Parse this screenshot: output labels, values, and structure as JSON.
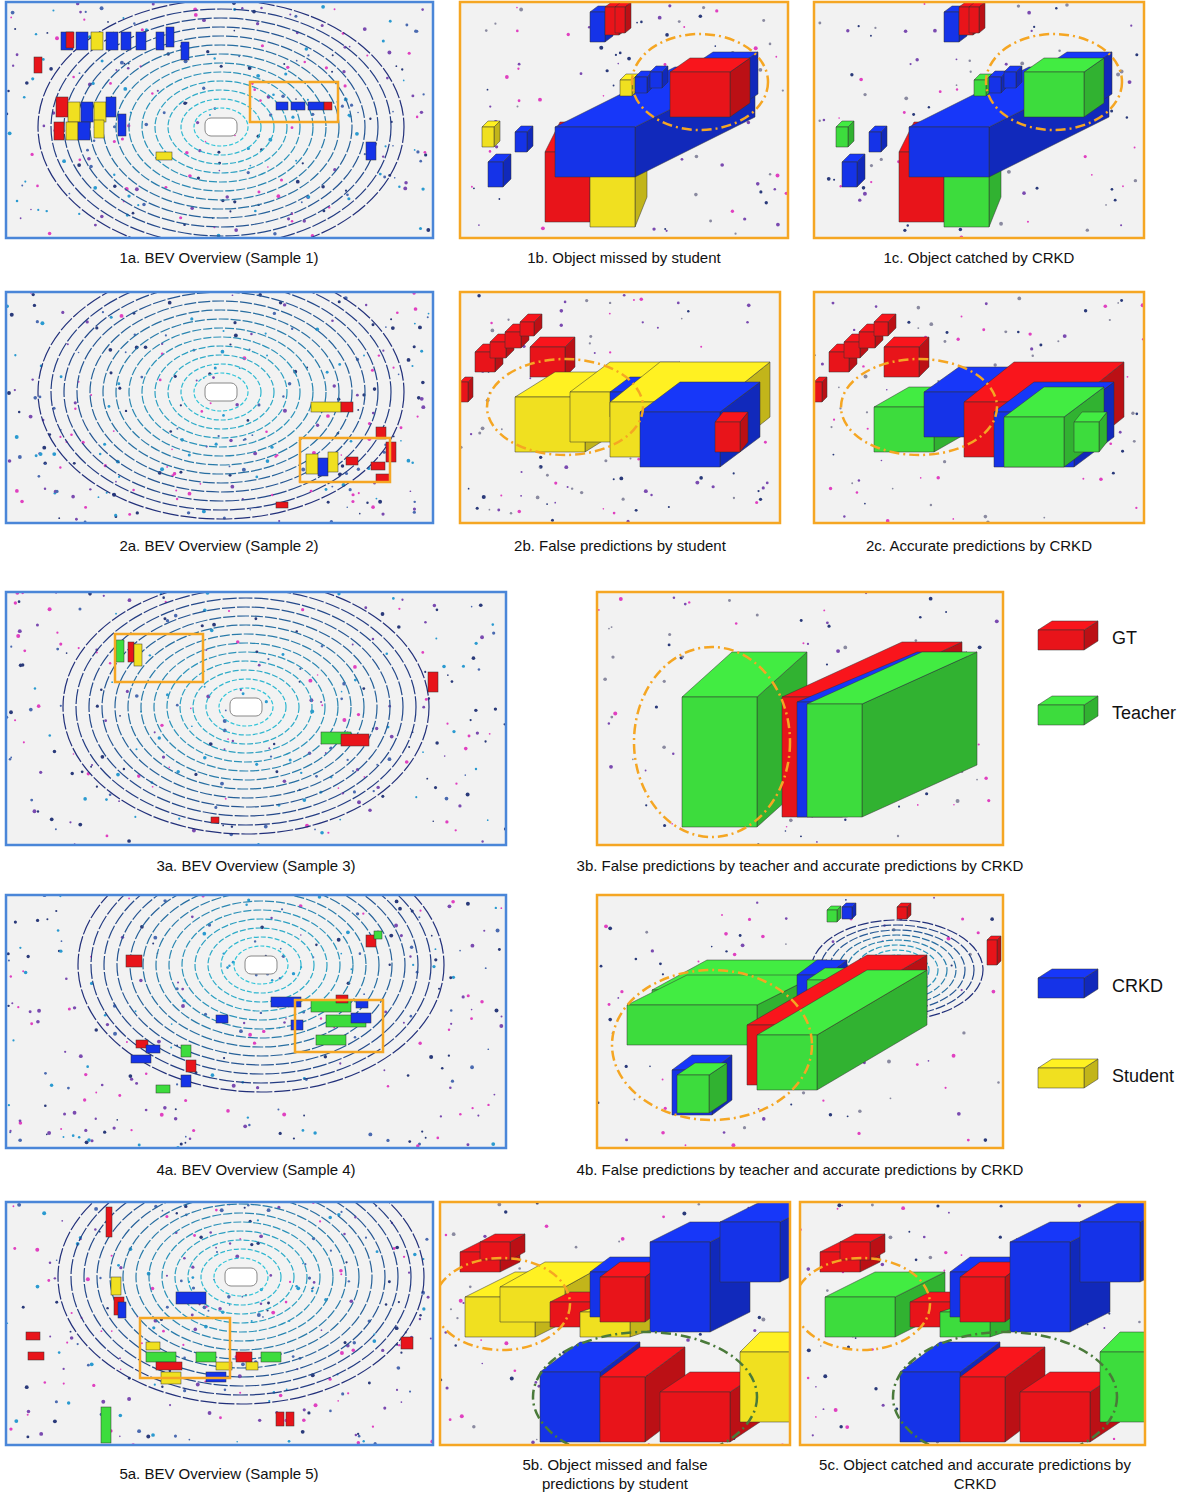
{
  "diagram": {
    "labels": [
      "1a. BEV Overview (Sample 1)",
      "1b. Object missed by student",
      "1c. Object catched by CRKD",
      "2a. BEV Overview (Sample 2)",
      "2b. False predictions by student",
      "2c. Accurate predictions by CRKD",
      "3a. BEV Overview (Sample 3)",
      "3b. False predictions by teacher and accurate predictions by CRKD",
      "4a. BEV Overview (Sample 4)",
      "4b. False predictions by teacher and accurate predictions by CRKD",
      "5a. BEV Overview (Sample 5)",
      "5b. Object missed and false predictions by student",
      "5c. Object catched and accurate predictions by CRKD"
    ],
    "legend": [
      {
        "text": "GT",
        "color": "#e8141a"
      },
      {
        "text": "Teacher",
        "color": "#3ddc3d"
      },
      {
        "text": "CRKD",
        "color": "#1533e8"
      },
      {
        "text": "Student",
        "color": "#f0e020"
      }
    ]
  }
}
